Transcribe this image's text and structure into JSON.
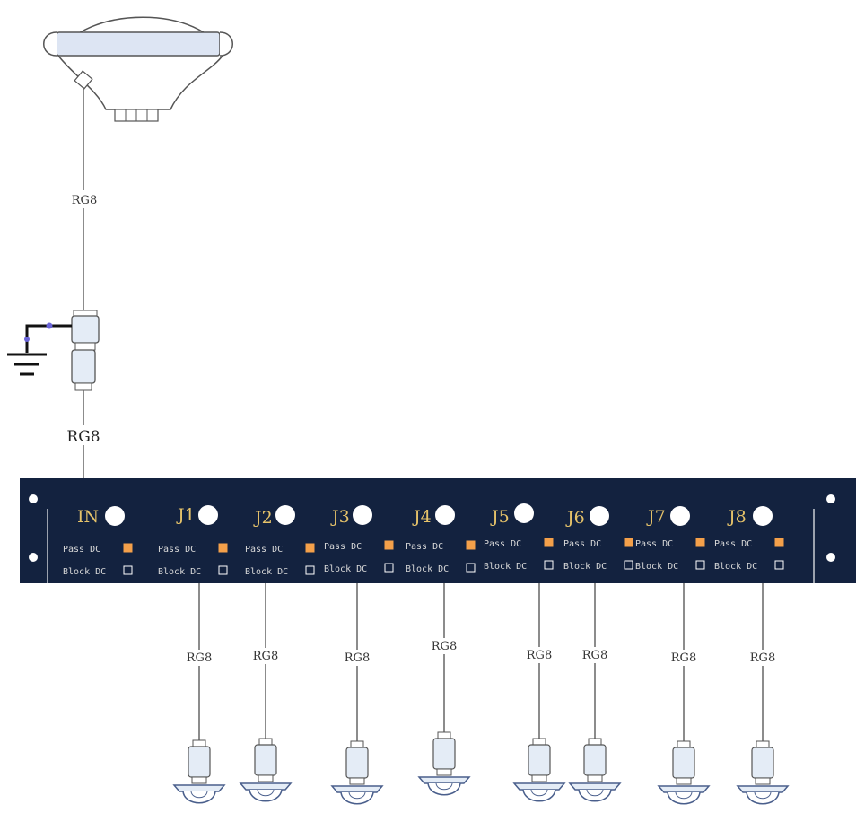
{
  "antenna": {
    "cable_label": "RG8"
  },
  "surge": {
    "cable_label": "RG8"
  },
  "splitter": {
    "panel_color": "#13223f",
    "label_color": "#e6c36a",
    "pass_indicator_color": "#f4a04a",
    "ports": [
      {
        "label": "IN",
        "pass_label": "Pass DC",
        "block_label": "Block DC",
        "pass_dc": true
      },
      {
        "label": "J1",
        "pass_label": "Pass DC",
        "block_label": "Block DC",
        "pass_dc": true,
        "cable_label": "RG8"
      },
      {
        "label": "J2",
        "pass_label": "Pass DC",
        "block_label": "Block DC",
        "pass_dc": true,
        "cable_label": "RG8"
      },
      {
        "label": "J3",
        "pass_label": "Pass DC",
        "block_label": "Block DC",
        "pass_dc": true,
        "cable_label": "RG8"
      },
      {
        "label": "J4",
        "pass_label": "Pass DC",
        "block_label": "Block DC",
        "pass_dc": true,
        "cable_label": "RG8"
      },
      {
        "label": "J5",
        "pass_label": "Pass DC",
        "block_label": "Block DC",
        "pass_dc": true,
        "cable_label": "RG8"
      },
      {
        "label": "J6",
        "pass_label": "Pass DC",
        "block_label": "Block DC",
        "pass_dc": true,
        "cable_label": "RG8"
      },
      {
        "label": "J7",
        "pass_label": "Pass DC",
        "block_label": "Block DC",
        "pass_dc": true,
        "cable_label": "RG8"
      },
      {
        "label": "J8",
        "pass_label": "Pass DC",
        "block_label": "Block DC",
        "pass_dc": true,
        "cable_label": "RG8"
      }
    ]
  }
}
